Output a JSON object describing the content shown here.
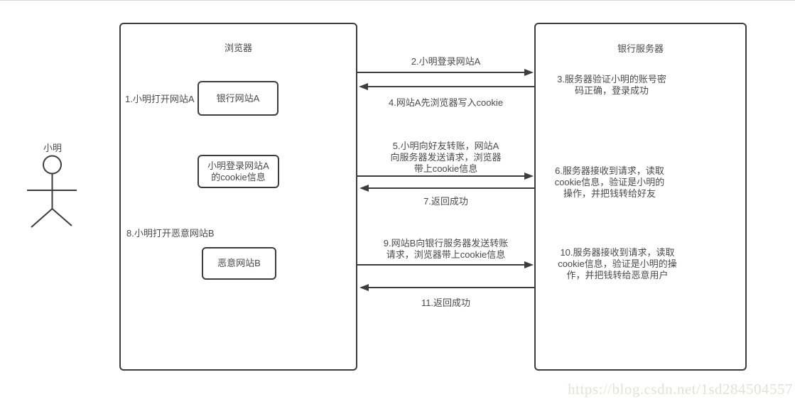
{
  "colors": {
    "line": "#3d3d3d",
    "text": "#4a4a4a",
    "watermark_text": "#e4e2d6",
    "background": "#ffffff"
  },
  "actor": {
    "label": "小明"
  },
  "browser": {
    "title": "浏览器",
    "step1_label": "1.小明打开网站A",
    "site_a_node": "银行网站A",
    "cookie_node": "小明登录网站A\n的cookie信息",
    "step8_label": "8.小明打开恶意网站B",
    "site_b_node": "恶意网站B"
  },
  "server": {
    "title": "银行服务器",
    "step3": "3.服务器验证小明的账号密\n码正确，登录成功",
    "step6": "6.服务器接收到请求，读取\ncookie信息，验证是小明的\n操作，并把钱转给好友",
    "step10": "10.服务器接收到请求，读取\ncookie信息，验证是小明的操\n作，并把钱转给恶意用户"
  },
  "messages": {
    "step2": "2.小明登录网站A",
    "step4": "4.网站A先浏览器写入cookie",
    "step5": "5.小明向好友转账，网站A\n向服务器发送请求，浏览器\n带上cookie信息",
    "step7": "7.返回成功",
    "step9": "9.网站B向银行服务器发送转账\n请求，浏览器带上cookie信息",
    "step11": "11.返回成功"
  },
  "watermark": {
    "url": "https://blog.csdn.net/1sd284504557"
  }
}
